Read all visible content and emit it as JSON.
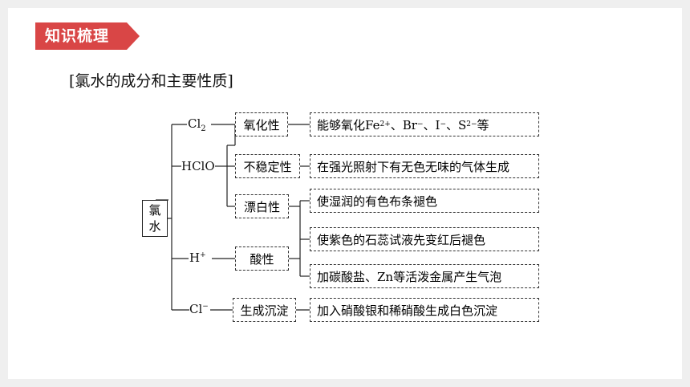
{
  "banner": {
    "label": "知识梳理",
    "color": "#d94646"
  },
  "section_title": "[氯水的成分和主要性质]",
  "root": {
    "char1": "氯",
    "char2": "水"
  },
  "species": {
    "cl2": {
      "base": "Cl",
      "sub": "2"
    },
    "hclo": "HClO",
    "hplus": {
      "base": "H",
      "sup": "+"
    },
    "clminus": {
      "base": "Cl",
      "sup": "−"
    }
  },
  "properties": {
    "oxidizing": "氧化性",
    "unstable": "不稳定性",
    "bleaching": "漂白性",
    "acidic": "酸性",
    "precipitate": "生成沉淀"
  },
  "descriptions": {
    "oxidize": {
      "p1": "能够氧化Fe",
      "p1_sup": "2+",
      "p2": "、Br",
      "p2_sup": "−",
      "p3": "、I",
      "p3_sup": "−",
      "p4": "、S",
      "p4_sup": "2−",
      "p5": "等"
    },
    "decompose": "在强光照射下有无色无味的气体生成",
    "fade_wet": "使湿润的有色布条褪色",
    "litmus": "使紫色的石蕊试液先变红后褪色",
    "carbonate": "加碳酸盐、Zn等活泼金属产生气泡",
    "silver": "加入硝酸银和稀硝酸生成白色沉淀"
  }
}
